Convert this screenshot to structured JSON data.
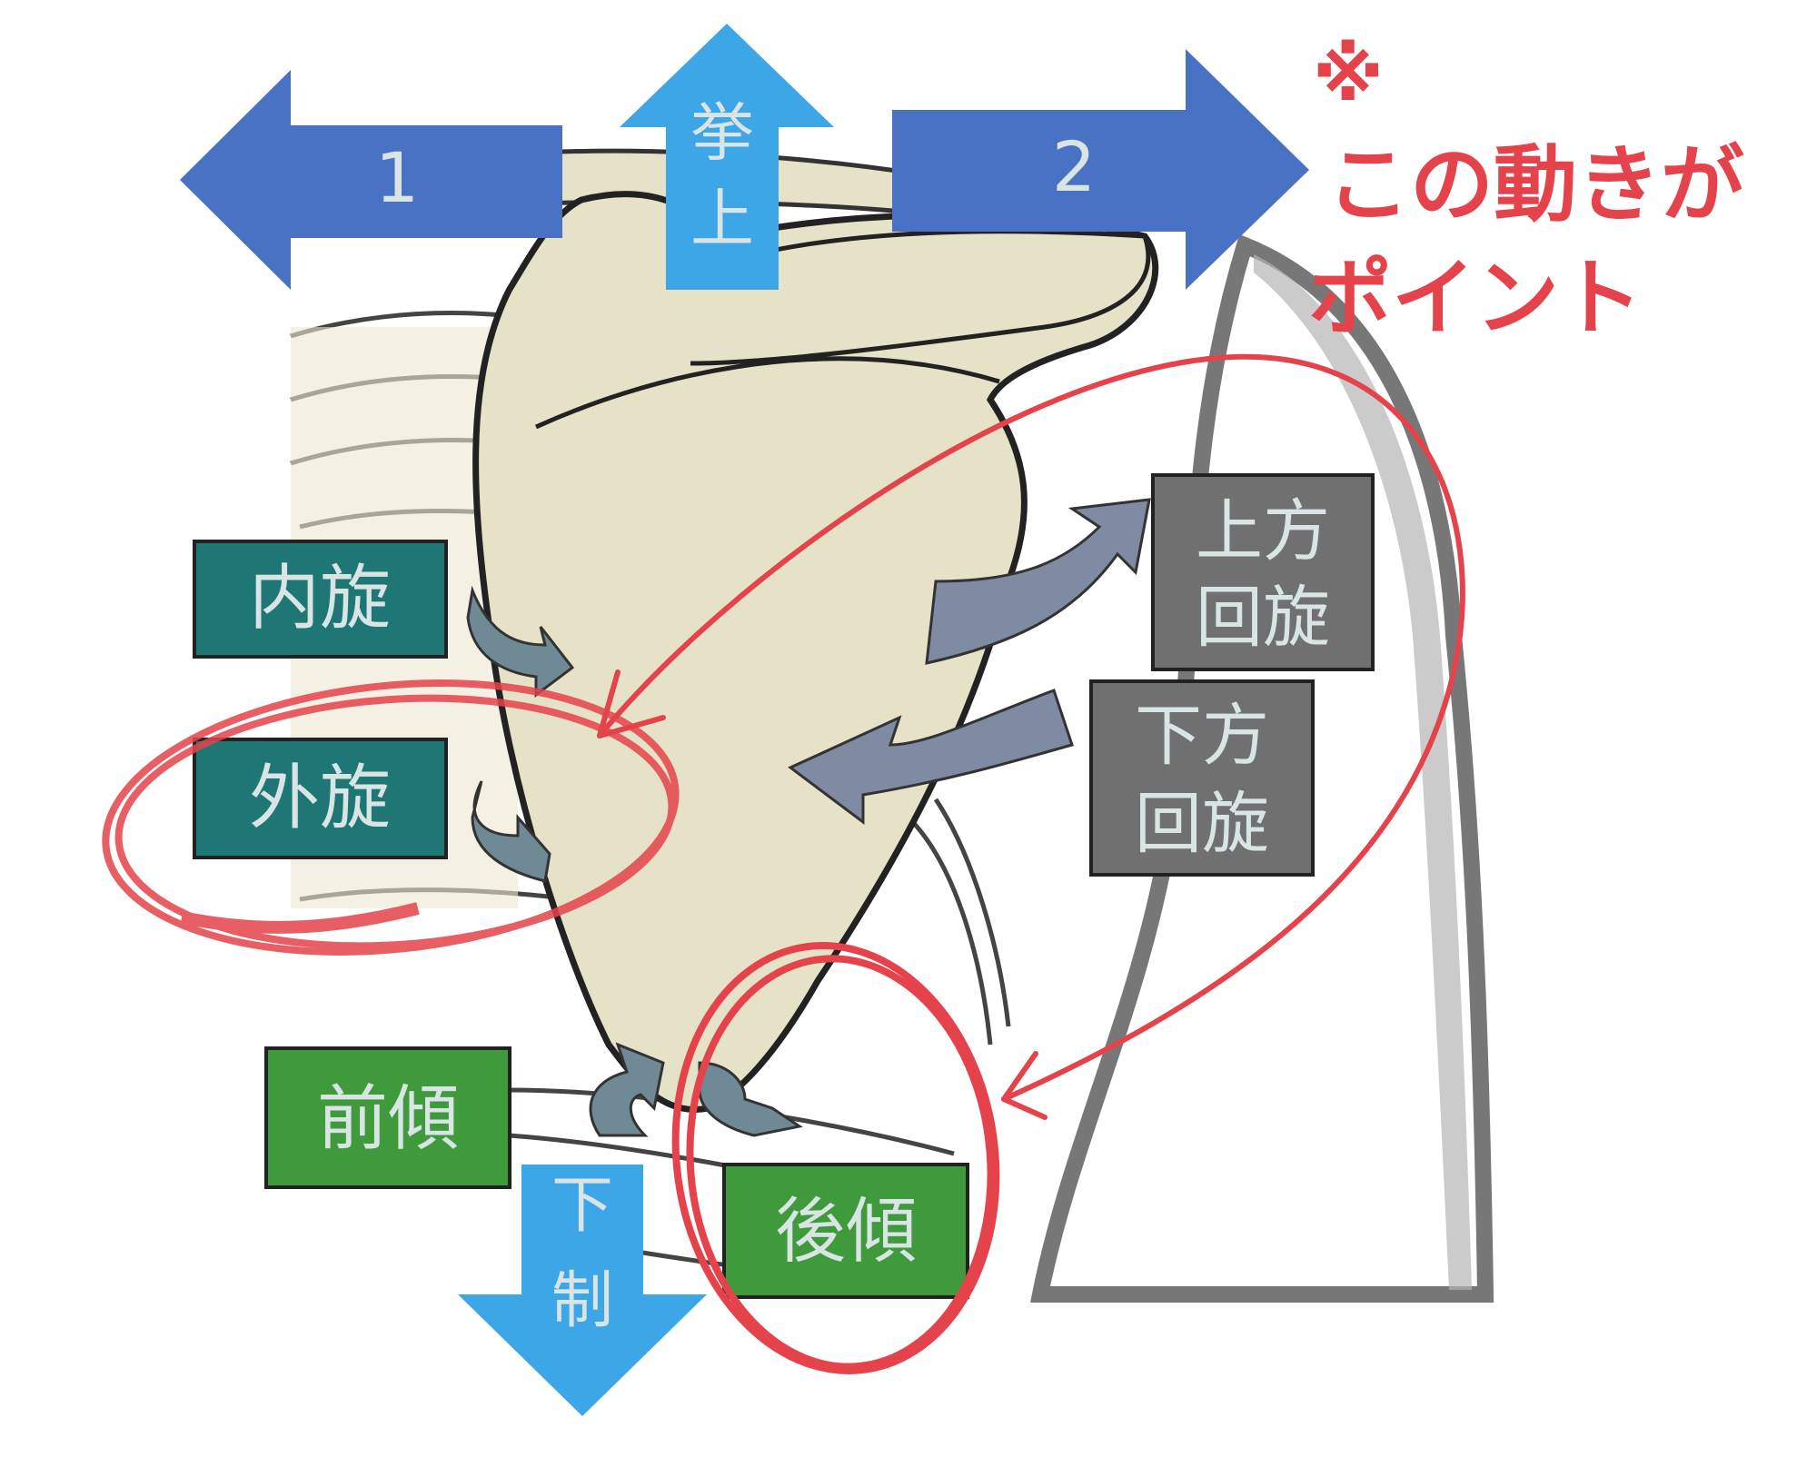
{
  "arrows": {
    "left": "1",
    "right": "2",
    "elevation": [
      "挙",
      "上"
    ],
    "depression": [
      "下",
      "制"
    ]
  },
  "boxes": {
    "internal_rotation": "内旋",
    "external_rotation": "外旋",
    "anterior_tilt": "前傾",
    "posterior_tilt": "後傾",
    "upward_rotation": [
      "上方",
      "回旋"
    ],
    "downward_rotation": [
      "下方",
      "回旋"
    ]
  },
  "annotation": {
    "line1": "※",
    "line2": "この動きが",
    "line3": "ポイント"
  },
  "colors": {
    "blue_dark": "#4a72c4",
    "blue_light": "#3da6e6",
    "teal": "#1f7775",
    "green": "#3e9a3a",
    "gray": "#707070",
    "bone": "#e6e2c8",
    "red": "#e5434b"
  }
}
